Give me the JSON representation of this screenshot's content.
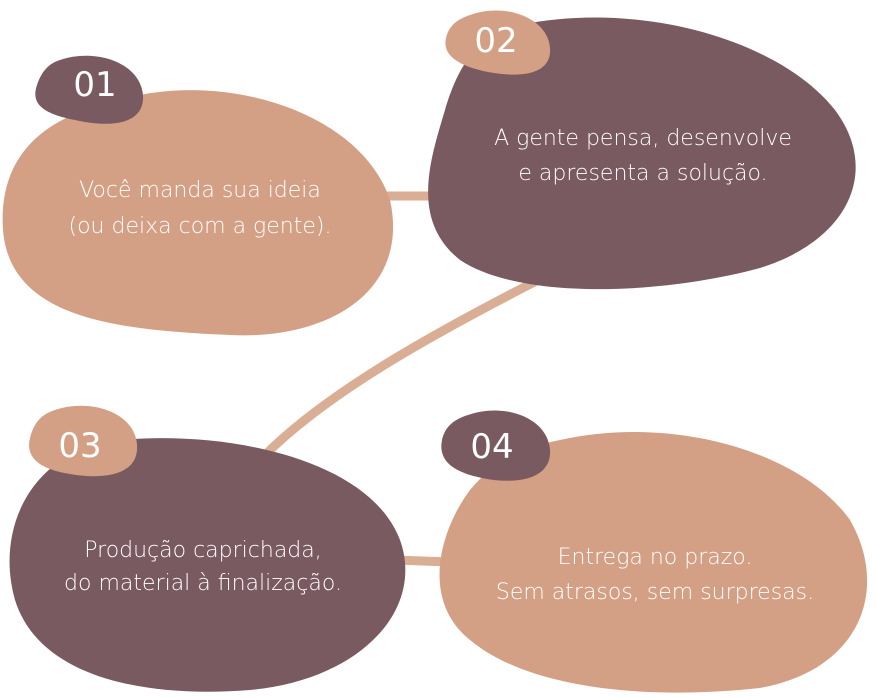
{
  "colors": {
    "tan": "#d4a085",
    "mauve": "#7a5a61",
    "connector": "#d9ae94"
  },
  "steps": [
    {
      "number": "01",
      "lines": [
        "Você manda sua ideia",
        "(ou deixa com a gente)."
      ]
    },
    {
      "number": "02",
      "lines": [
        "A gente pensa, desenvolve",
        "e apresenta a solução."
      ]
    },
    {
      "number": "03",
      "lines": [
        "Produção caprichada,",
        "do material à finalização."
      ]
    },
    {
      "number": "04",
      "lines": [
        "Entrega no prazo.",
        "Sem atrasos, sem surpresas."
      ]
    }
  ]
}
